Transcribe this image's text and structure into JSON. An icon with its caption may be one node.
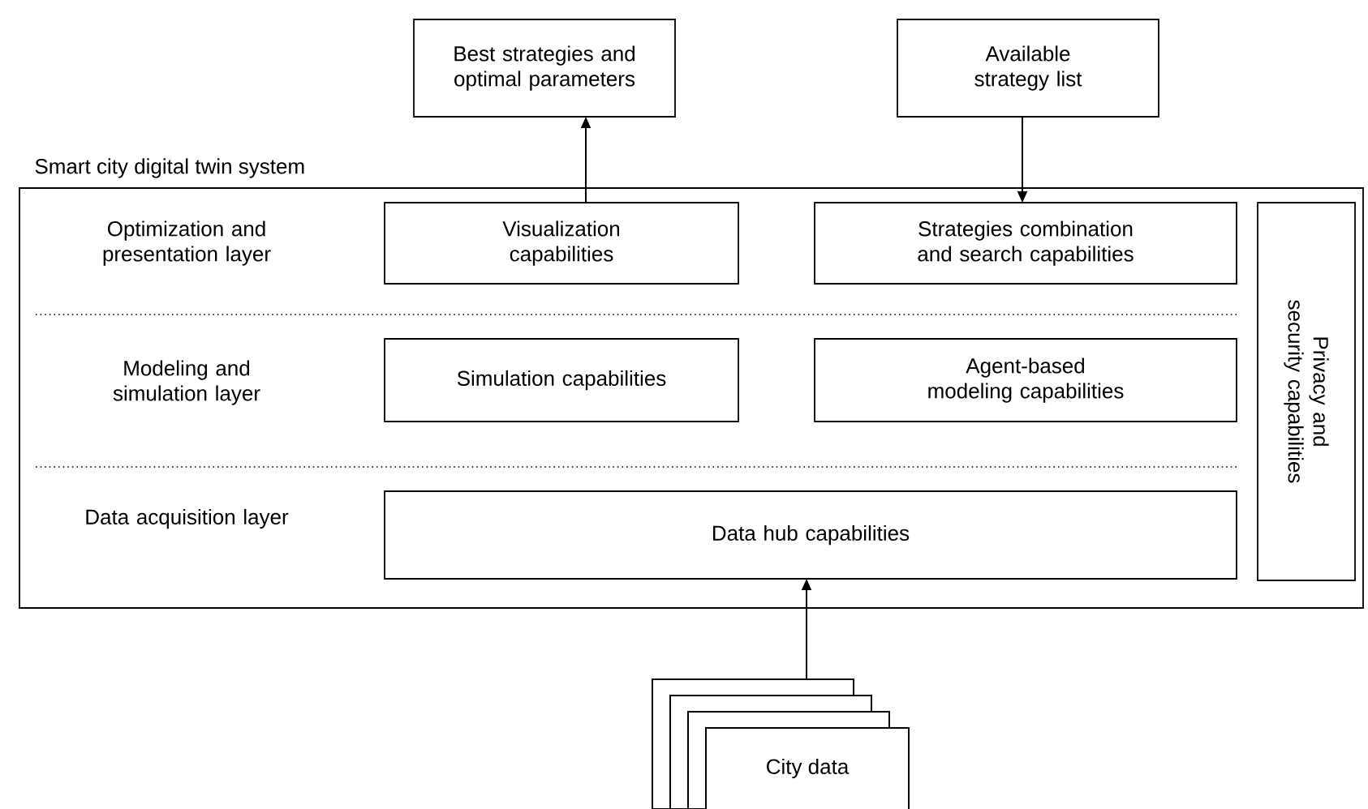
{
  "diagram": {
    "nodes": [
      {
        "text": [
          "Smart city digital twin system"
        ]
      },
      {
        "text": [
          "Best strategies and optimal parameters"
        ]
      },
      {
        "text": [
          "Available strategy list"
        ]
      },
      {
        "text": [
          "Visualization capabilities"
        ],
        "in": 0
      },
      {
        "text": [
          "Strategies combination and search capabilities"
        ],
        "in": 0
      },
      {
        "text": [
          "Privacy and security capabilities"
        ],
        "in": 0
      },
      {
        "text": [
          "Simulation capabilities"
        ],
        "in": 0
      },
      {
        "text": [
          "Agent-based modeling capabilities"
        ],
        "in": 0
      },
      {
        "text": [
          "Data hub capabilities"
        ],
        "in": 0
      },
      {
        "text": [
          "City data"
        ]
      }
    ],
    "edges": [
      {
        "from": 3,
        "to": 1,
        "arrow": "to"
      },
      {
        "from": 2,
        "to": 4,
        "arrow": "to"
      },
      {
        "from": 9,
        "to": 8,
        "arrow": "to"
      }
    ],
    "labels": [
      "Optimization and presentation layer",
      "Modeling and simulation layer",
      "Data acquisition layer"
    ]
  }
}
